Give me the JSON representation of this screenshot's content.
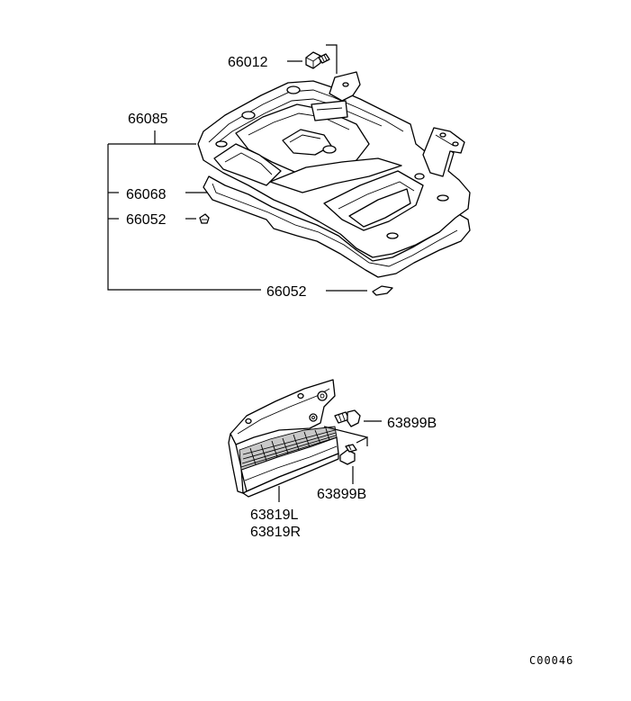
{
  "labels": {
    "bolt_top": "66012",
    "panel": "66085",
    "gasket": "66068",
    "clip_left": "66052",
    "clip_bottom": "66052",
    "bolt_right": "63899B",
    "bolt_lower": "63899B",
    "step_left": "63819L",
    "step_right": "63819R"
  },
  "ref_code": "C00046"
}
